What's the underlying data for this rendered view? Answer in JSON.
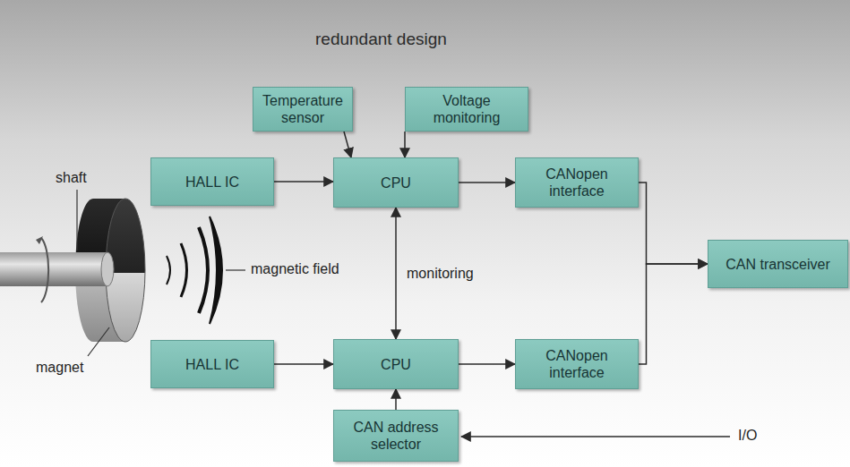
{
  "diagram": {
    "title": "redundant design",
    "nodes": [
      {
        "text": [
          "Temperature sensor"
        ]
      },
      {
        "text": [
          "Voltage monitoring"
        ]
      },
      {
        "text": [
          "HALL IC"
        ]
      },
      {
        "text": [
          "CPU"
        ]
      },
      {
        "text": [
          "CANopen interface"
        ]
      },
      {
        "text": [
          "CAN transceiver"
        ]
      },
      {
        "text": [
          "HALL IC"
        ]
      },
      {
        "text": [
          "CPU"
        ]
      },
      {
        "text": [
          "CANopen interface"
        ]
      },
      {
        "text": [
          "CAN address selector"
        ]
      }
    ],
    "edges": [
      {
        "from": 0,
        "to": 3,
        "arrow": "to"
      },
      {
        "from": 1,
        "to": 3,
        "arrow": "to"
      },
      {
        "from": 2,
        "to": 3,
        "arrow": "to"
      },
      {
        "from": 3,
        "to": 4,
        "arrow": "to"
      },
      {
        "from": 4,
        "to": 5,
        "arrow": "to"
      },
      {
        "from": 3,
        "to": 7,
        "label": "monitoring",
        "arrow": "both"
      },
      {
        "from": 6,
        "to": 7,
        "arrow": "to"
      },
      {
        "from": 7,
        "to": 8,
        "arrow": "to"
      },
      {
        "from": 8,
        "to": 5,
        "arrow": "to"
      },
      {
        "from": 9,
        "to": 7,
        "arrow": "to"
      }
    ],
    "labels": [
      "shaft",
      "magnetic field",
      "magnet",
      "I/O"
    ]
  }
}
